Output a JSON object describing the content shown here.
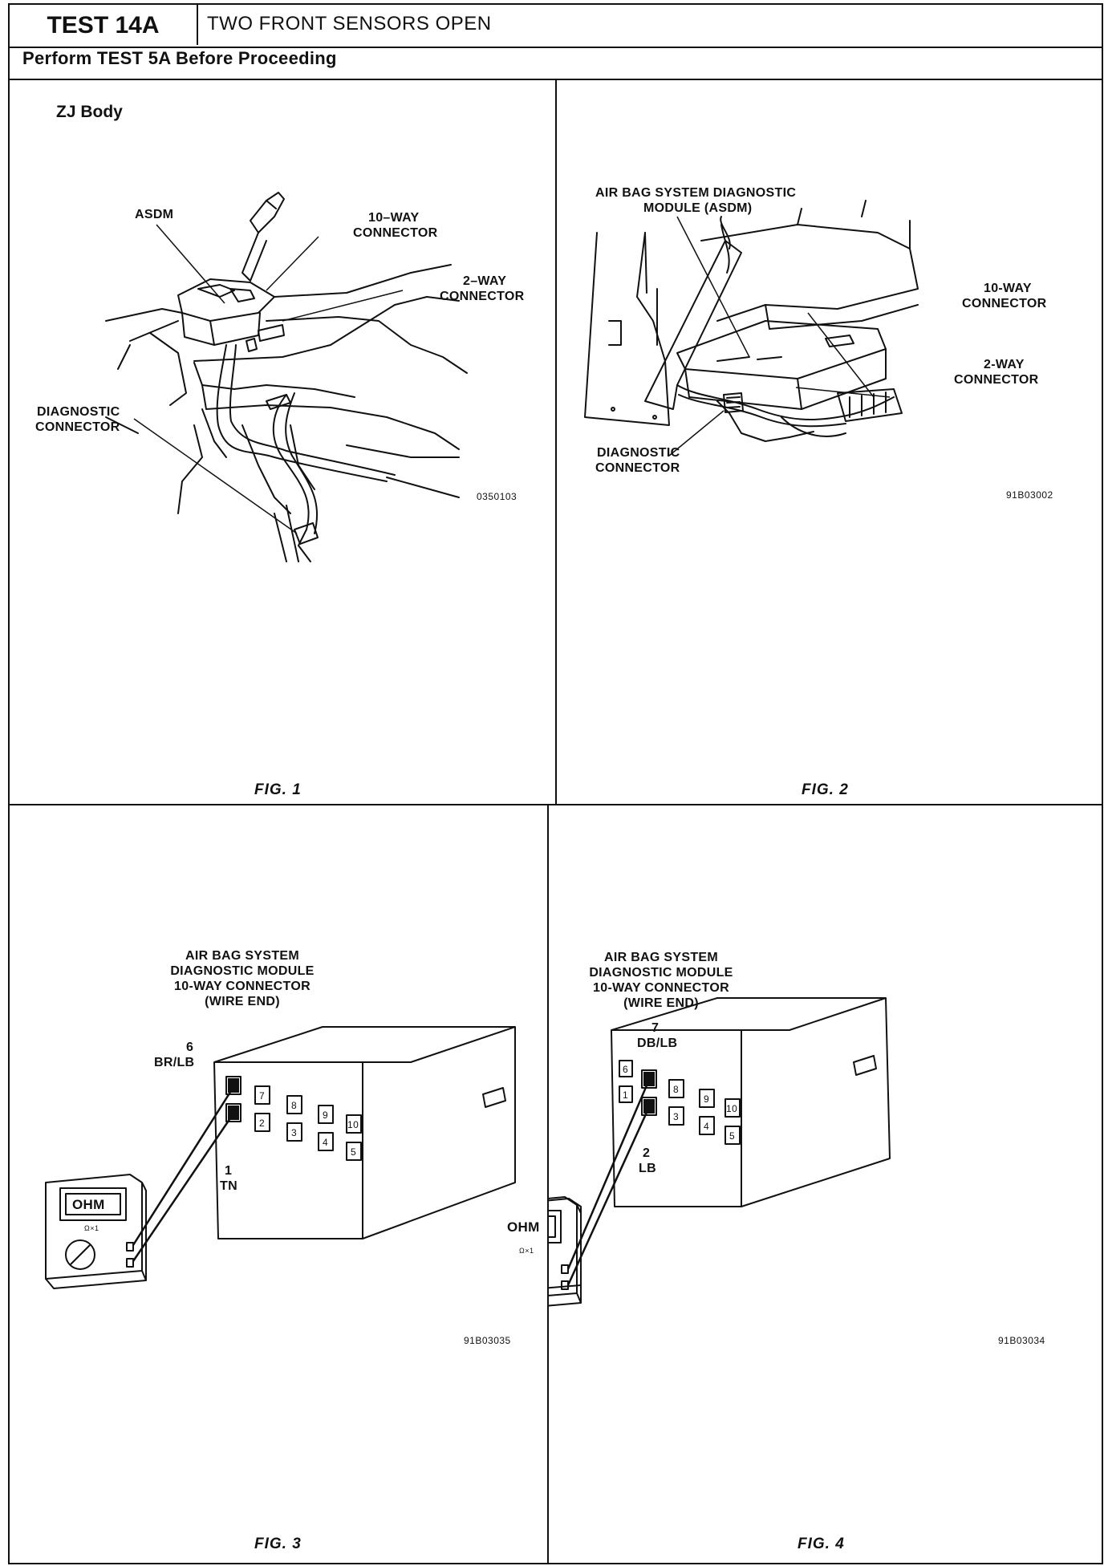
{
  "header": {
    "test_id": "TEST 14A",
    "title": "TWO FRONT SENSORS OPEN",
    "subtitle": "Perform TEST 5A Before Proceeding"
  },
  "fig1": {
    "body_label": "ZJ Body",
    "labels": {
      "asdm": "ASDM",
      "ten_way_1": "10–WAY",
      "ten_way_2": "CONNECTOR",
      "two_way_1": "2–WAY",
      "two_way_2": "CONNECTOR",
      "diag_1": "DIAGNOSTIC",
      "diag_2": "CONNECTOR"
    },
    "code": "0350103",
    "caption": "FIG. 1"
  },
  "fig2": {
    "labels": {
      "asdm_1": "AIR BAG SYSTEM DIAGNOSTIC",
      "asdm_2": "MODULE (ASDM)",
      "ten_way_1": "10-WAY",
      "ten_way_2": "CONNECTOR",
      "two_way_1": "2-WAY",
      "two_way_2": "CONNECTOR",
      "diag_1": "DIAGNOSTIC",
      "diag_2": "CONNECTOR"
    },
    "code": "91B03002",
    "caption": "FIG. 2"
  },
  "fig3": {
    "title_lines": [
      "AIR BAG SYSTEM",
      "DIAGNOSTIC MODULE",
      "10-WAY CONNECTOR",
      "(WIRE END)"
    ],
    "pin_a_num": "6",
    "pin_a_color": "BR/LB",
    "pin_b_num": "1",
    "pin_b_color": "TN",
    "meter_display": "OHM",
    "meter_range": "Ω×1",
    "code": "91B03035",
    "caption": "FIG. 3"
  },
  "fig4": {
    "title_lines": [
      "AIR BAG SYSTEM",
      "DIAGNOSTIC MODULE",
      "10-WAY CONNECTOR",
      "(WIRE END)"
    ],
    "pin_a_num": "7",
    "pin_a_color": "DB/LB",
    "pin_b_num": "2",
    "pin_b_color": "LB",
    "meter_display": "OHM",
    "meter_range": "Ω×1",
    "code": "91B03034",
    "caption": "FIG. 4"
  },
  "connector_pins": [
    "1",
    "2",
    "3",
    "4",
    "5",
    "6",
    "7",
    "8",
    "9",
    "10"
  ]
}
